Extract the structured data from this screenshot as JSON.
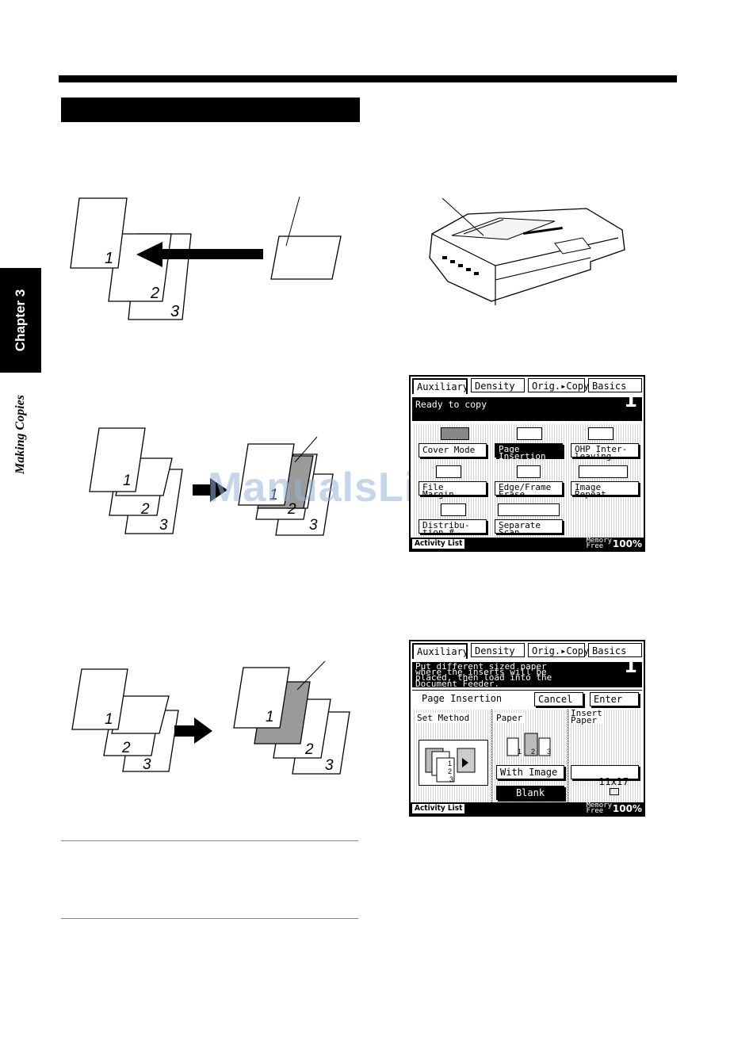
{
  "sidebar": {
    "chapter": "Chapter 3",
    "section": "Making Copies"
  },
  "watermark": "ManualsLib.com",
  "diagram1": {
    "pages": [
      "1",
      "2",
      "3"
    ]
  },
  "diagram2": {
    "pages": [
      "1",
      "2",
      "3",
      "1",
      "2",
      "3"
    ]
  },
  "diagram3": {
    "pages": [
      "1",
      "2",
      "3",
      "1",
      "2",
      "3"
    ]
  },
  "panel1": {
    "tabs": [
      "Auxiliary",
      "Density",
      "Orig.▸Copy",
      "Basics"
    ],
    "message": "Ready to copy",
    "count": "1",
    "buttons": {
      "cover_mode": "Cover Mode",
      "page_insertion": "Page\nInsertion",
      "ohp_interleaving": "OHP Inter-\nleaving",
      "file_margin": "File\nMargin",
      "edge_frame_erase": "Edge/Frame\nErase",
      "image_repeat": "Image\nRepeat",
      "distribution": "Distribu-\ntion #",
      "separate_scan": "Separate\nScan"
    },
    "footer": {
      "activity": "Activity List",
      "memory": "Memory\nFree",
      "percent": "100%"
    }
  },
  "panel2": {
    "tabs": [
      "Auxiliary",
      "Density",
      "Orig.▸Copy",
      "Basics"
    ],
    "message": "Put different sized paper\nwhere the inserts will be\nplaced, then load into the\nDocument Feeder.",
    "count": "1",
    "title": "Page Insertion",
    "cancel": "Cancel",
    "enter": "Enter",
    "set_method": "Set Method",
    "paper": "Paper",
    "insert_paper": "Insert\nPaper",
    "with_image": "With Image",
    "blank": "Blank",
    "paper_size": "11x17",
    "icon_pages": [
      "1",
      "2",
      "3"
    ],
    "method_pages": [
      "1",
      "2",
      "3"
    ],
    "footer": {
      "activity": "Activity List",
      "memory": "Memory\nFree",
      "percent": "100%"
    }
  }
}
